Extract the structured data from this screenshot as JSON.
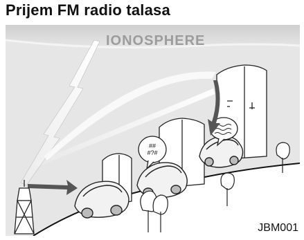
{
  "title": "Prijem FM radio talasa",
  "diagram": {
    "layer_label": "IONOSPHERE",
    "figure_code": "JBM001",
    "bubble_left_text": "## #? ##",
    "icons": [
      "radio-tower-icon",
      "car-icon",
      "building-icon",
      "tree-icon",
      "signal-bolt-icon",
      "static-noise-bubble-icon",
      "garbled-audio-bubble-icon"
    ]
  }
}
